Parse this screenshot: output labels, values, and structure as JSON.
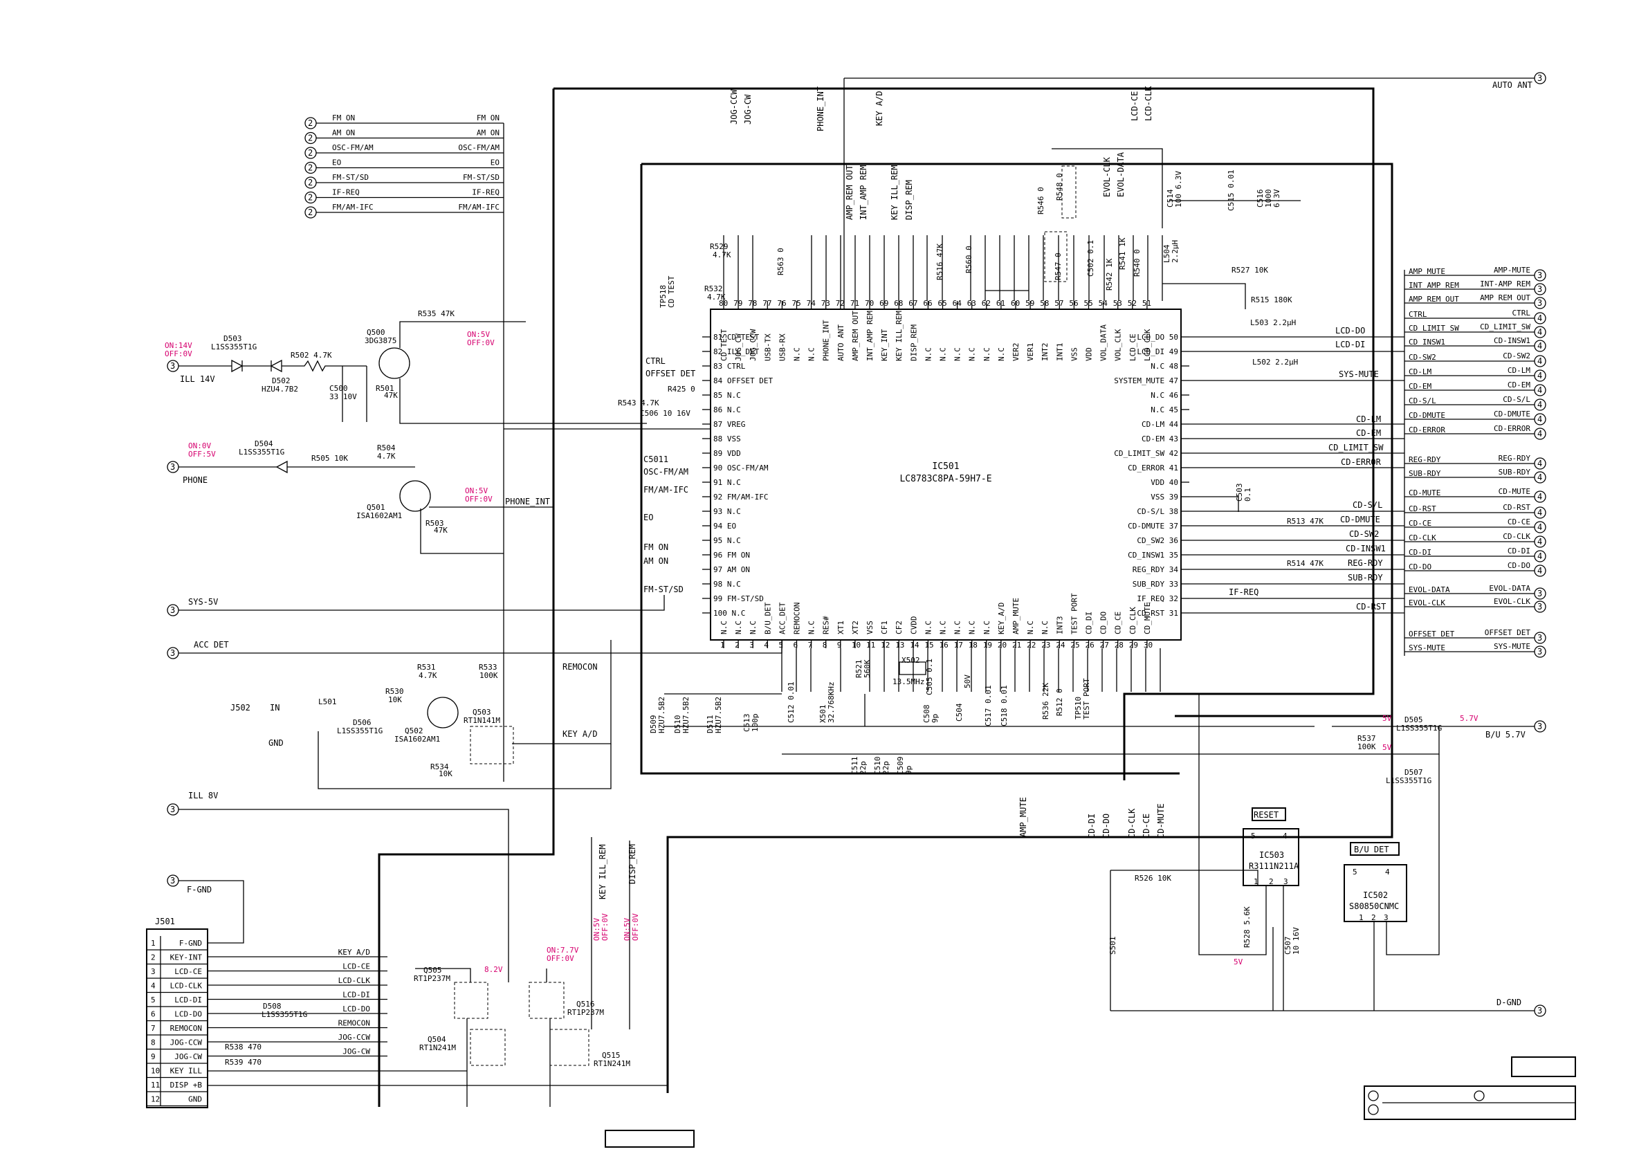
{
  "colors": {
    "line": "#000000",
    "voltage_annotation": "#d6006f"
  },
  "ic501": {
    "ref": "IC501",
    "part": "LC8783C8PA-59H7-E",
    "pins_left": [
      "81 CD TEST",
      "82 ILL_DET",
      "83 CTRL",
      "84 OFFSET DET",
      "85 N.C",
      "86 N.C",
      "87 VREG",
      "88 VSS",
      "89 VDD",
      "90 OSC-FM/AM",
      "91 N.C",
      "92 FM/AM-IFC",
      "93 N.C",
      "94 EO",
      "95 N.C",
      "96 FM ON",
      "97 AM ON",
      "98 N.C",
      "99 FM-ST/SD",
      "100 N.C"
    ],
    "pins_right": [
      "LCD_DO 50",
      "LCD_DI 49",
      "N.C 48",
      "SYSTEM_MUTE 47",
      "N.C 46",
      "N.C 45",
      "CD-LM 44",
      "CD-EM 43",
      "CD_LIMIT_SW 42",
      "CD_ERROR 41",
      "VDD 40",
      "VSS 39",
      "CD-S/L 38",
      "CD-DMUTE 37",
      "CD_SW2 36",
      "CD_INSW1 35",
      "REG_RDY 34",
      "SUB_RDY 33",
      "IF_REQ 32",
      "CD_RST 31"
    ],
    "pins_top": [
      "CD TEST",
      "JOG_CW",
      "JOG_CCW",
      "USB-TX",
      "USB-RX",
      "N.C",
      "N.C",
      "PHONE_INT",
      "AUTO ANT",
      "AMP_REM OUT",
      "INT_AMP REM",
      "KEY_INT",
      "KEY ILL_REM",
      "DISP_REM",
      "N.C",
      "N.C",
      "N.C",
      "N.C",
      "N.C",
      "N.C",
      "VER2",
      "VER1",
      "INT2",
      "INT1",
      "VSS",
      "VDD",
      "VOL_DATA",
      "VOL_CLK",
      "LCD_CE",
      "LCD_CLK"
    ],
    "pins_top_nums": [
      "80",
      "79",
      "78",
      "77",
      "76",
      "75",
      "74",
      "73",
      "72",
      "71",
      "70",
      "69",
      "68",
      "67",
      "66",
      "65",
      "64",
      "63",
      "62",
      "61",
      "60",
      "59",
      "58",
      "57",
      "56",
      "55",
      "54",
      "53",
      "52",
      "51"
    ],
    "pins_bottom": [
      "N.C",
      "N.C",
      "N.C",
      "B/U_DET",
      "ACC_DET",
      "REMOCON",
      "N.C",
      "RES#",
      "XT1",
      "XT2",
      "VSS",
      "CF1",
      "CF2",
      "CVDD",
      "N.C",
      "N.C",
      "N.C",
      "N.C",
      "N.C",
      "KEY_A/D",
      "AMP_MUTE",
      "N.C",
      "N.C",
      "INT3",
      "TEST PORT",
      "CD_DI",
      "CD_DO",
      "CD_CE",
      "CD_CLK",
      "CD_MUTE"
    ],
    "pins_bottom_nums": [
      "1",
      "2",
      "3",
      "4",
      "5",
      "6",
      "7",
      "8",
      "9",
      "10",
      "11",
      "12",
      "13",
      "14",
      "15",
      "16",
      "17",
      "18",
      "19",
      "20",
      "21",
      "22",
      "23",
      "24",
      "25",
      "26",
      "27",
      "28",
      "29",
      "30"
    ]
  },
  "left_connectors": [
    {
      "num": "2",
      "label": "FM ON"
    },
    {
      "num": "2",
      "label": "AM ON"
    },
    {
      "num": "2",
      "label": "OSC-FM/AM"
    },
    {
      "num": "2",
      "label": "EO"
    },
    {
      "num": "2",
      "label": "FM-ST/SD"
    },
    {
      "num": "2",
      "label": "IF-REQ"
    },
    {
      "num": "2",
      "label": "FM/AM-IFC"
    }
  ],
  "left_connector_busnames": [
    "FM ON",
    "AM ON",
    "OSC-FM/AM",
    "EO",
    "FM-ST/SD",
    "IF-REQ",
    "FM/AM-IFC"
  ],
  "left_power": [
    {
      "num": "3",
      "label": "ILL 14V",
      "on": "ON:14V",
      "off": "OFF:0V"
    },
    {
      "num": "3",
      "label": "PHONE",
      "on": "ON:0V",
      "off": "OFF:5V"
    },
    {
      "num": "3",
      "label": "SYS-5V"
    },
    {
      "num": "3",
      "label": "ACC DET"
    },
    {
      "num": "3",
      "label": "ILL 8V"
    },
    {
      "num": "3",
      "label": "F-GND"
    }
  ],
  "right_connectors": [
    {
      "num": "3",
      "inner": "AMP_MUTE",
      "outer": "AMP-MUTE"
    },
    {
      "num": "3",
      "inner": "INT_AMP REM",
      "outer": "INT-AMP REM"
    },
    {
      "num": "3",
      "inner": "AMP_REM OUT",
      "outer": "AMP REM OUT"
    },
    {
      "num": "4",
      "inner": "CTRL",
      "outer": "CTRL"
    },
    {
      "num": "4",
      "inner": "CD_LIMIT_SW",
      "outer": "CD_LIMIT_SW"
    },
    {
      "num": "4",
      "inner": "CD_INSW1",
      "outer": "CD-INSW1"
    },
    {
      "num": "4",
      "inner": "CD-SW2",
      "outer": "CD-SW2"
    },
    {
      "num": "4",
      "inner": "CD-LM",
      "outer": "CD-LM"
    },
    {
      "num": "4",
      "inner": "CD-EM",
      "outer": "CD-EM"
    },
    {
      "num": "4",
      "inner": "CD-S/L",
      "outer": "CD-S/L"
    },
    {
      "num": "4",
      "inner": "CD-DMUTE",
      "outer": "CD-DMUTE"
    },
    {
      "num": "4",
      "inner": "CD-ERROR",
      "outer": "CD-ERROR"
    },
    {
      "num": "4",
      "inner": "REG-RDY",
      "outer": "REG-RDY"
    },
    {
      "num": "4",
      "inner": "SUB-RDY",
      "outer": "SUB-RDY"
    },
    {
      "num": "4",
      "inner": "CD-MUTE",
      "outer": "CD-MUTE"
    },
    {
      "num": "4",
      "inner": "CD-RST",
      "outer": "CD-RST"
    },
    {
      "num": "4",
      "inner": "CD-CE",
      "outer": "CD-CE"
    },
    {
      "num": "4",
      "inner": "CD-CLK",
      "outer": "CD-CLK"
    },
    {
      "num": "4",
      "inner": "CD-DI",
      "outer": "CD-DI"
    },
    {
      "num": "4",
      "inner": "CD-DO",
      "outer": "CD-DO"
    },
    {
      "num": "3",
      "inner": "EVOL-DATA",
      "outer": "EVOL-DATA"
    },
    {
      "num": "3",
      "inner": "EVOL-CLK",
      "outer": "EVOL-CLK"
    },
    {
      "num": "3",
      "inner": "OFFSET DET",
      "outer": "OFFSET DET"
    },
    {
      "num": "3",
      "inner": "SYS-MUTE",
      "outer": "SYS-MUTE"
    }
  ],
  "right_power": [
    {
      "num": "3",
      "label": "AUTO ANT"
    },
    {
      "num": "3",
      "label": "B/U 5.7V"
    },
    {
      "num": "3",
      "label": "D-GND"
    }
  ],
  "j501": {
    "ref": "J501",
    "pins": [
      {
        "n": "1",
        "label": "F-GND"
      },
      {
        "n": "2",
        "label": "KEY-INT"
      },
      {
        "n": "3",
        "label": "LCD-CE"
      },
      {
        "n": "4",
        "label": "LCD-CLK"
      },
      {
        "n": "5",
        "label": "LCD-DI"
      },
      {
        "n": "6",
        "label": "LCD-DO"
      },
      {
        "n": "7",
        "label": "REMOCON"
      },
      {
        "n": "8",
        "label": "JOG-CCW"
      },
      {
        "n": "9",
        "label": "JOG-CW"
      },
      {
        "n": "10",
        "label": "KEY ILL"
      },
      {
        "n": "11",
        "label": "DISP +B"
      },
      {
        "n": "12",
        "label": "GND"
      }
    ],
    "nets": [
      "KEY A/D",
      "LCD-CE",
      "LCD-CLK",
      "LCD-DI",
      "LCD-DO",
      "REMOCON",
      "JOG-CCW",
      "JOG-CW"
    ]
  },
  "net_labels": {
    "phone_int": "PHONE_INT",
    "remocon": "REMOCON",
    "key_ad": "KEY A/D",
    "ctrl": "CTRL",
    "offset_det": "OFFSET DET",
    "c5011": "C5011",
    "osc": "OSC-FM/AM",
    "fmam_ifc": "FM/AM-IFC",
    "eo": "EO",
    "fm_on": "FM ON",
    "am_on": "AM ON",
    "fm_st": "FM-ST/SD",
    "lcd_do": "LCD-DO",
    "lcd_di": "LCD-DI",
    "sys_mute": "SYS-MUTE",
    "cd_lm": "CD-LM",
    "cd_em": "CD-EM",
    "cd_limit": "CD_LIMIT_SW",
    "cd_error": "CD-ERROR",
    "cd_sl": "CD-S/L",
    "cd_dmute": "CD-DMUTE",
    "cd_sw2": "CD-SW2",
    "cd_insw1": "CD-INSW1",
    "reg_rdy": "REG-RDY",
    "sub_rdy": "SUB-RDY",
    "if_req": "IF-REQ",
    "cd_rst": "CD-RST",
    "top_jog_ccw": "JOG-CCW",
    "top_jog_cw": "JOG-CW",
    "top_phone_int": "PHONE_INT",
    "top_key_ad": "KEY A/D",
    "top_lcd_ce": "LCD-CE",
    "top_lcd_clk": "LCD-CLK",
    "amp_rem_out": "AMP_REM OUT",
    "int_amp_rem": "INT_AMP REM",
    "key_ill_rem": "KEY ILL_REM",
    "disp_rem": "DISP_REM",
    "evol_clk": "EVOL-CLK",
    "evol_data": "EVOL-DATA",
    "bot_amp_mute": "AMP_MUTE",
    "bot_cd_di": "CD-DI",
    "bot_cd_do": "CD-DO",
    "bot_cd_clk": "CD-CLK",
    "bot_cd_ce": "CD-CE",
    "bot_cd_mute": "CD-MUTE",
    "key_ill_rem_v": "KEY ILL_REM",
    "disp_rem_v": "DISP_REM"
  },
  "parts": {
    "r529": "R529",
    "r529v": "4.7K",
    "r532": "R532",
    "r532v": "4.7K",
    "r563": "R563 0",
    "r516": "R516 47K",
    "r560": "R560 0",
    "tp518": "TP518",
    "tp518b": "CD TEST",
    "r546": "R546 0",
    "r548": "R548 0",
    "r547": "R547 0",
    "c502": "C502 0.1",
    "r542": "R542 1K",
    "r541": "R541 1K",
    "r540": "R540 0",
    "l504": "L504",
    "l504v": "2.2µH",
    "c514": "C514",
    "c514v": "100 6.3V",
    "c515": "C515 0.01",
    "c516": "C516",
    "c516v": "1000",
    "c516w": "6.3V",
    "r527": "R527 10K",
    "r515": "R515 180K",
    "l503": "L503 2.2µH",
    "l502": "L502 2.2µH",
    "c503": "C503",
    "c503v": "0.1",
    "r513": "R513 47K",
    "r514": "R514 47K",
    "r535": "R535 47K",
    "q500": "Q500",
    "q500v": "3DG3875",
    "d503": "D503",
    "d503v": "L1SS355T1G",
    "r502": "R502 4.7K",
    "d502": "D502",
    "d502v": "HZU4.7B2",
    "c500": "C500",
    "c500v": "33 10V",
    "r501": "R501",
    "r501v": "47K",
    "r425": "R425 0",
    "r543": "R543 4.7K",
    "c506": "C506 10 16V",
    "d504": "D504",
    "d504v": "L1SS355T1G",
    "r505": "R505 10K",
    "r504": "R504",
    "r504v": "4.7K",
    "q501": "Q501",
    "q501v": "ISA1602AM1",
    "r503": "R503",
    "r503v": "47K",
    "r531": "R531",
    "r531v": "4.7K",
    "r533": "R533",
    "r533v": "100K",
    "r530": "R530",
    "r530v": "10K",
    "j502": "J502",
    "j502in": "IN",
    "j502gnd": "GND",
    "l501": "L501",
    "d506": "D506",
    "d506v": "L1SS355T1G",
    "q502": "Q502",
    "q502v": "ISA1602AM1",
    "q503": "Q503",
    "q503v": "RT1N141M",
    "r534": "R534",
    "r534v": "10K",
    "d509": "D509",
    "d509v": "HZU7.5B2",
    "d510": "D510",
    "d510v": "HZU7.5B2",
    "d511": "D511",
    "d511v": "HZU7.5B2",
    "c513": "C513",
    "c513v": "100p",
    "c512": "C512 0.01",
    "x501": "X501",
    "x501v": "32.768KHz",
    "r521": "R521",
    "r521v": "560K",
    "x502": "X502",
    "x502v": "13.5MHz",
    "c505": "C505 0.1",
    "c508": "C508",
    "c508v": "9p",
    "c504": "C504",
    "c504v": "50V",
    "c511": "C511",
    "c511v": "22p",
    "c510": "C510",
    "c510v": "22p",
    "c509": "C509",
    "c509v": "9p",
    "c517": "C517 0.01",
    "c518": "C518 0.01",
    "r536": "R536 22K",
    "r512": "R512 0",
    "tp510": "TP510",
    "tp510b": "TEST PORT",
    "d505": "D505",
    "d505v": "L1SS355T1G",
    "r537": "R537",
    "r537v": "100K",
    "d507": "D507",
    "d507v": "L1SS355T1G",
    "ic503": "IC503",
    "ic503v": "R3111N211A",
    "reset": "RESET",
    "r526": "R526 10K",
    "r528": "R528 5.6K",
    "c507": "C507",
    "c507v": "10 16V",
    "s501": "S501",
    "bu_det": "B/U DET",
    "ic502": "IC502",
    "ic502v": "S80850CNMC",
    "q505": "Q505",
    "q505v": "RT1P237M",
    "q516": "Q516",
    "q516v": "RT1P237M",
    "q504": "Q504",
    "q504v": "RT1N241M",
    "q515": "Q515",
    "q515v": "RT1N241M",
    "r538": "R538 470",
    "r539": "R539 470",
    "d508": "D508",
    "d508v": "L1SS355T1G"
  },
  "voltage_notes": {
    "q500_on": "ON:5V",
    "q500_off": "OFF:0V",
    "q501_on": "ON:5V",
    "q501_off": "OFF:0V",
    "v82": "8.2V",
    "q516_on": "ON:7.7V",
    "q516_off": "OFF:0V",
    "kir_on": "ON:5V",
    "kir_off": "OFF:0V",
    "dr_on": "ON:5V",
    "dr_off": "OFF:0V",
    "bu57": "5.7V",
    "v5a": "5V",
    "v5b": "5V",
    "v5c": "5V"
  },
  "ic503_pins": {
    "p5": "5",
    "p4": "4",
    "p1": "1",
    "p2": "2",
    "p3": "3"
  },
  "ic502_pins": {
    "p5": "5",
    "p4": "4",
    "p1": "1",
    "p2": "2",
    "p3": "3"
  }
}
